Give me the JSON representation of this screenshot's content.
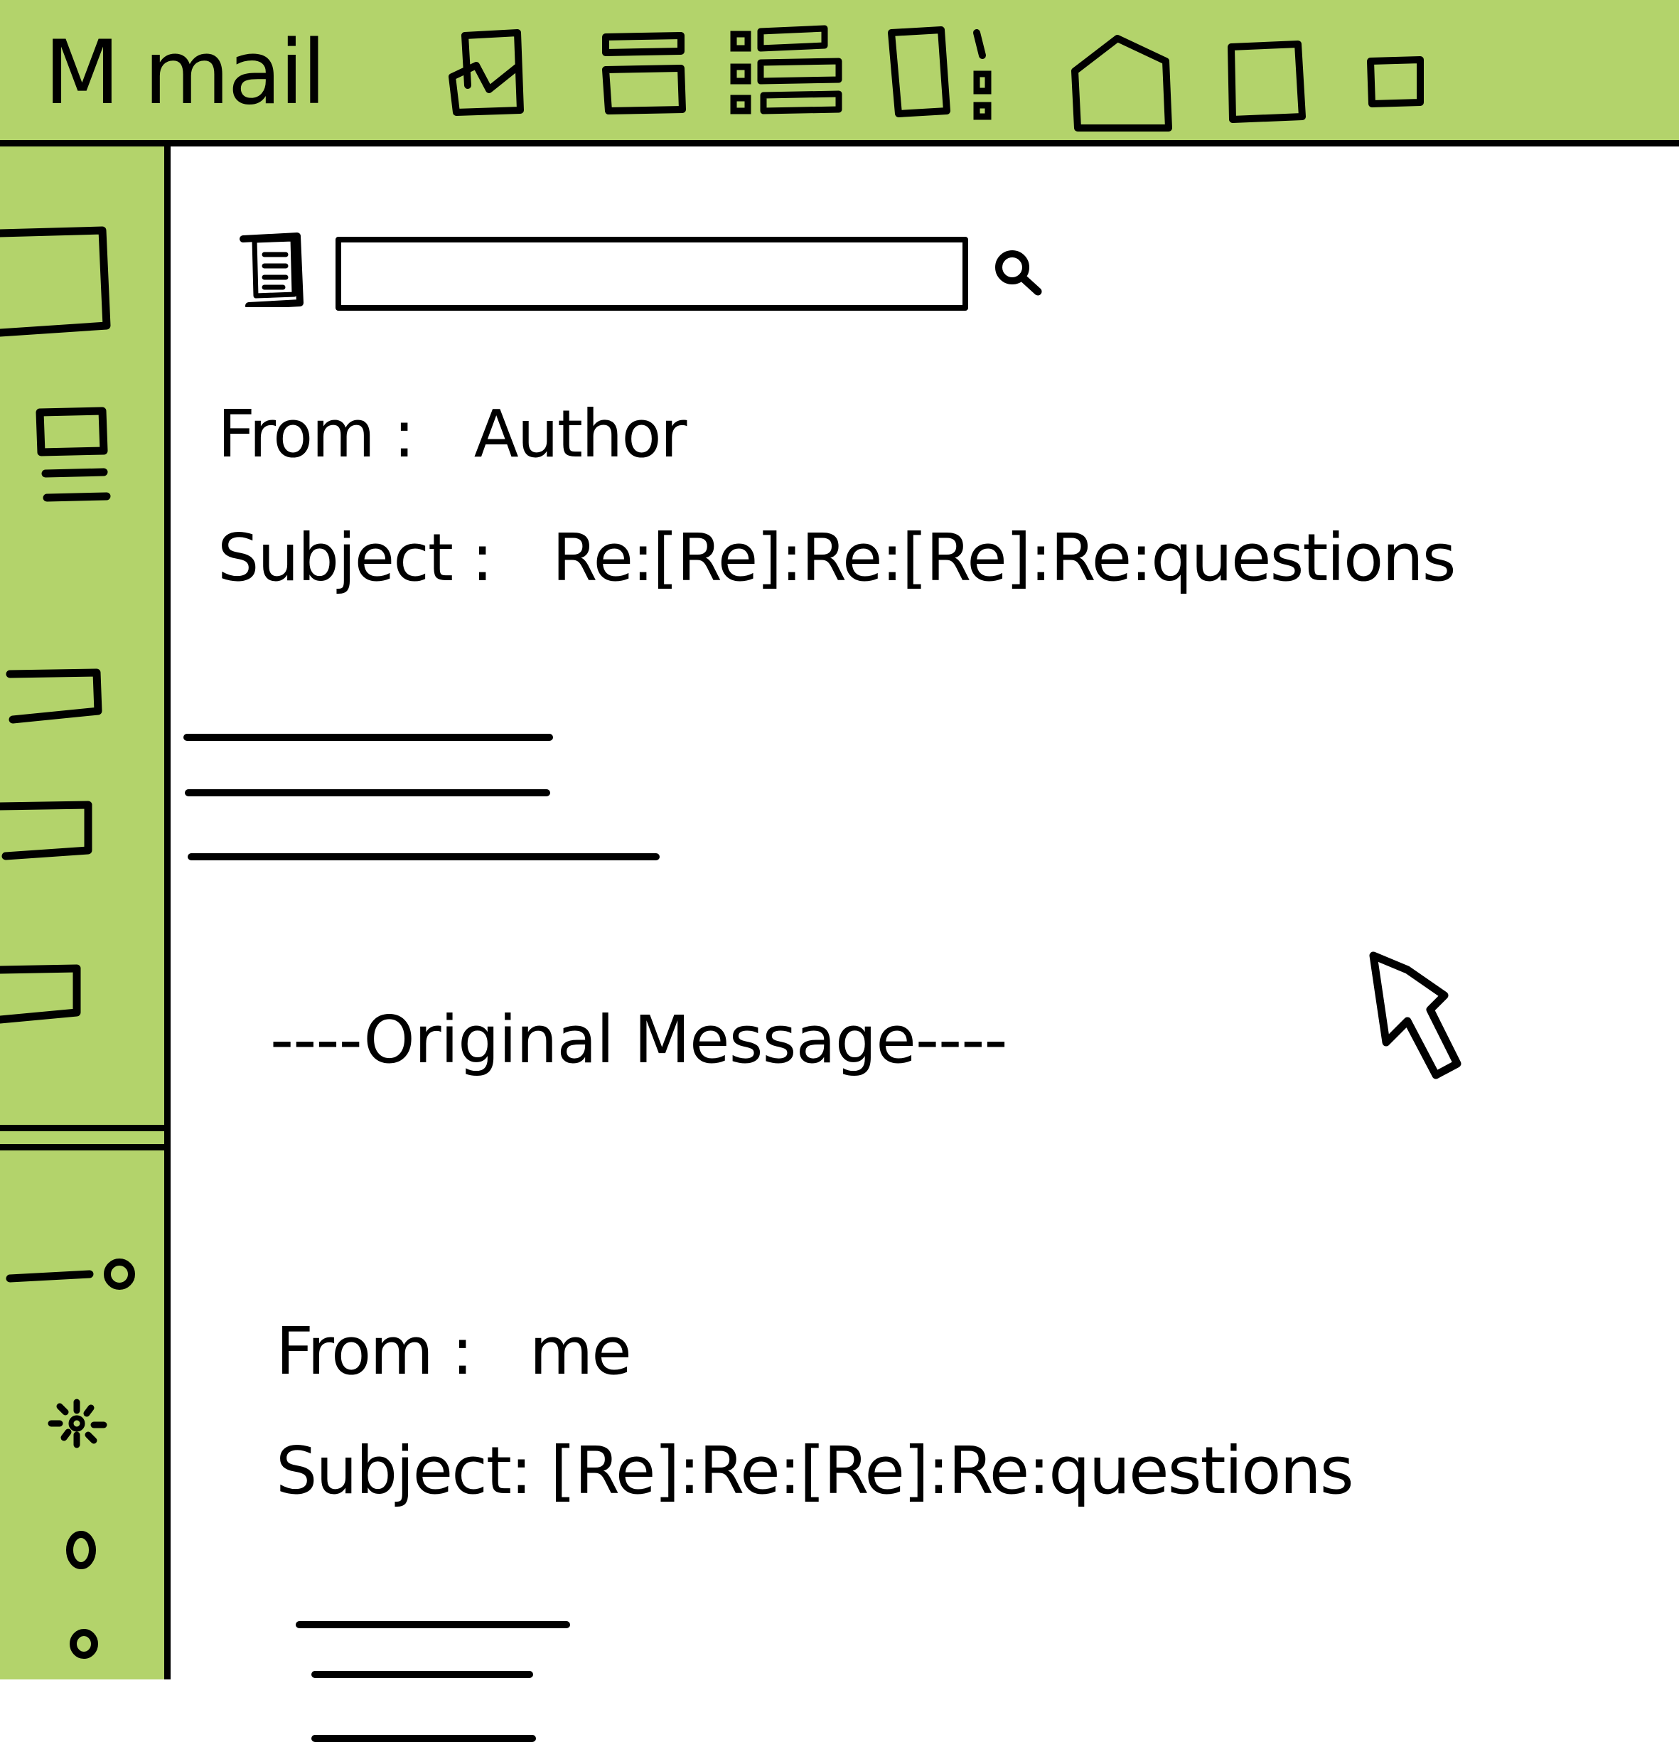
{
  "app": {
    "title": "M mail"
  },
  "toolbar": {
    "icons": [
      "inbox-icon",
      "archive-icon",
      "list-view-icon",
      "report-icon",
      "home-icon",
      "window-icon",
      "minimize-icon"
    ]
  },
  "sidebar": {
    "items": [
      "folder-icon",
      "mail-list-icon",
      "tag-icon",
      "label-icon",
      "label-icon"
    ],
    "bottom": [
      "toggle-icon",
      "settings-icon",
      "circle-icon",
      "circle-icon"
    ]
  },
  "search": {
    "value": ""
  },
  "message": {
    "from_label": "From :",
    "from_value": "Author",
    "subject_label": "Subject :",
    "subject_value": "Re:[Re]:Re:[Re]:Re:questions"
  },
  "original": {
    "separator": "----Original Message----",
    "from_label": "From :",
    "from_value": "me",
    "subject_label": "Subject:",
    "subject_value": "[Re]:Re:[Re]:Re:questions"
  },
  "colors": {
    "accent": "#b3d36b",
    "ink": "#000000",
    "background": "#ffffff"
  }
}
